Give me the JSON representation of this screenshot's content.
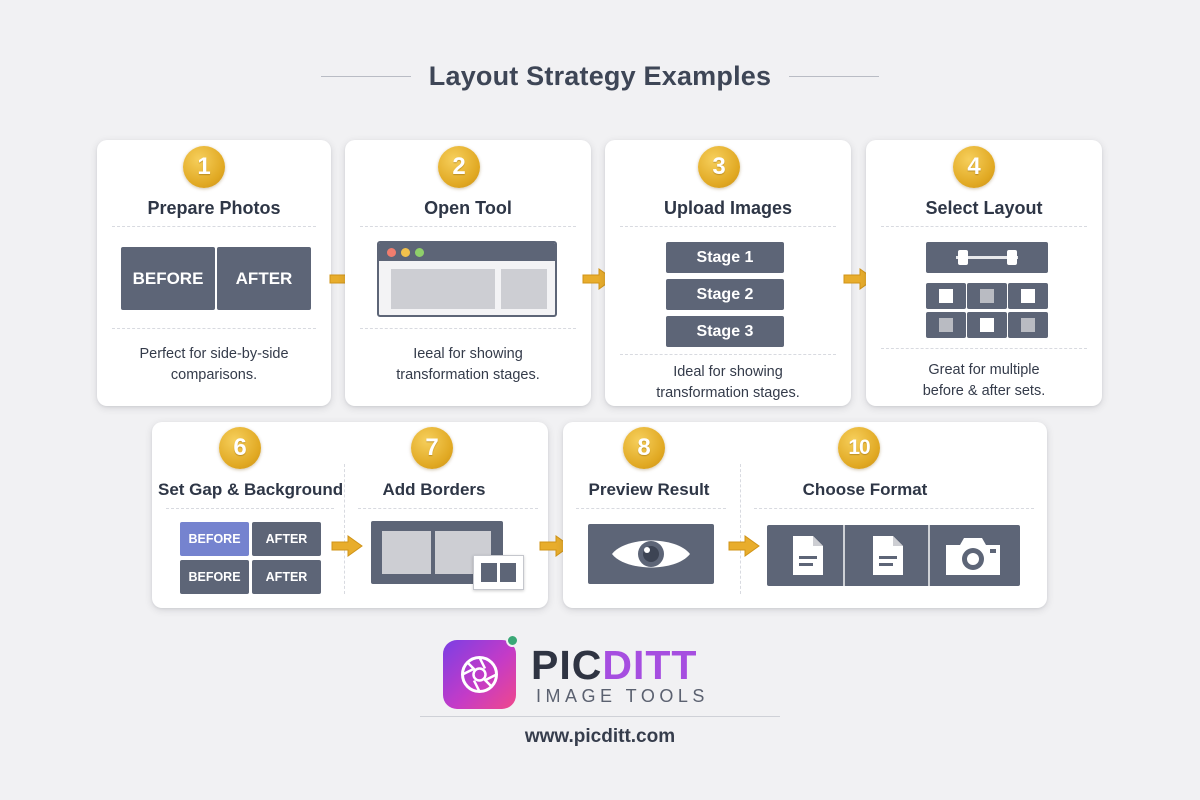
{
  "header": {
    "title": "Layout Strategy Examples"
  },
  "steps": [
    {
      "number": "1",
      "title": "Prepare Photos",
      "description_lines": [
        "Perfect for side-by-side",
        "comparisons."
      ],
      "tiles": [
        "BEFORE",
        "AFTER"
      ]
    },
    {
      "number": "2",
      "title": "Open Tool",
      "description_lines": [
        "Ieeal for showing",
        "transformation stages."
      ]
    },
    {
      "number": "3",
      "title": "Upload Images",
      "description_lines": [
        "Ideal for showing",
        "transformation stages."
      ],
      "tiles": [
        "Stage 1",
        "Stage 2",
        "Stage 3"
      ]
    },
    {
      "number": "4",
      "title": "Select Layout",
      "description_lines": [
        "Great for multiple",
        "before & after sets."
      ]
    },
    {
      "number": "6",
      "title": "Set Gap & Background",
      "tiles": [
        "BEFORE",
        "AFTER",
        "BEFORE",
        "AFTER"
      ]
    },
    {
      "number": "7",
      "title": "Add Borders"
    },
    {
      "number": "8",
      "title": "Preview Result"
    },
    {
      "number": "10",
      "title": "Choose Format"
    }
  ],
  "icons": {
    "arrow": "arrow-right-icon",
    "preview": "eye-icon",
    "format_doc": "document-icon",
    "format_camera": "camera-icon"
  },
  "colors": {
    "background": "#f1f1f3",
    "badge": "#e1a923",
    "arrow": "#e8ad2c",
    "tile": "#5d6577",
    "tile_highlight": "#7583cf",
    "brand_dark": "#2f3442",
    "brand_accent": "#a64ee0"
  },
  "brand": {
    "name_part1": "PIC",
    "name_part2": "DITT",
    "tagline": "IMAGE TOOLS",
    "url": "www.picditt.com"
  }
}
